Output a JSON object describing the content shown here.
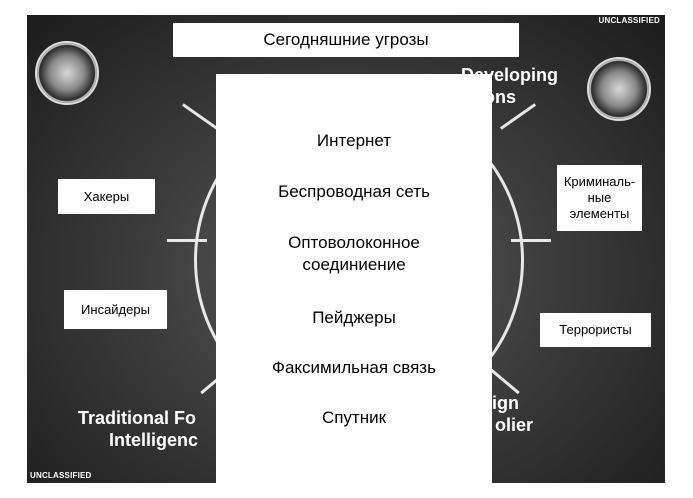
{
  "classification": {
    "top": "UNCLASSIFIED",
    "bottom": "UNCLASSIFIED"
  },
  "title": "Сегодняшние угрозы",
  "background_labels": {
    "developing_line1": "Developing",
    "developing_line2": "tions",
    "traditional_line1": "Traditional Fo",
    "traditional_line2": "Intelligenc",
    "foreign_line1": "ign",
    "foreign_line2": "olier"
  },
  "side_boxes": {
    "hackers": "Хакеры",
    "insiders": "Инсайдеры",
    "criminal": "Криминаль-\nные\nэлементы",
    "terrorists": "Террористы"
  },
  "center_items": [
    "Интернет",
    "Беспроводная сеть",
    "Оптоволоконное\nсоединиение",
    "Пейджеры",
    "Факсимильная связь",
    "Спутник"
  ],
  "colors": {
    "background": "#2b2b2b",
    "box": "#ffffff",
    "text_on_dark": "#ffffff"
  }
}
